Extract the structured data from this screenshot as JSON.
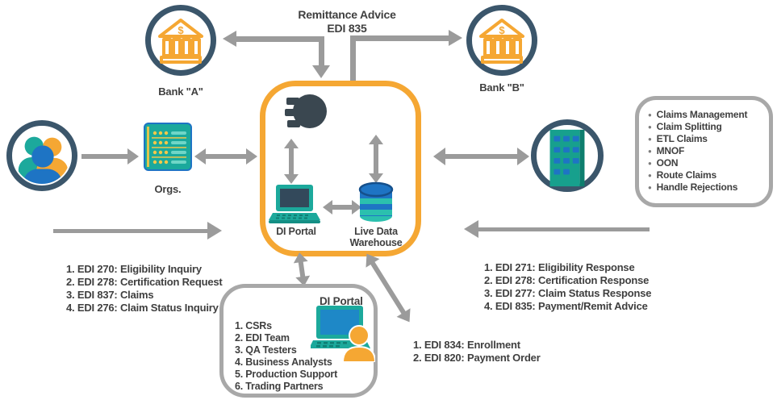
{
  "colors": {
    "accent_orange": "#F5A733",
    "teal": "#1CA99C",
    "blue": "#1E74C4",
    "slate_ring": "#3B566B",
    "arrow_gray": "#9B9B9B",
    "text_dark": "#3F3F3F",
    "box_border_gray": "#A8A8A8",
    "yellow": "#F7C948"
  },
  "top": {
    "title_line1": "Remittance Advice",
    "title_line2": "EDI 835"
  },
  "nodes": {
    "bank_a": "Bank \"A\"",
    "bank_b": "Bank \"B\"",
    "orgs": "Orgs."
  },
  "hub": {
    "di_portal": "DI Portal",
    "warehouse": "Live Data Warehouse"
  },
  "payer_functions": [
    "Claims Management",
    "Claim Splitting",
    "ETL Claims",
    "MNOF",
    "OON",
    "Route Claims",
    "Handle Rejections"
  ],
  "bullet_glyph": "●",
  "request_list": [
    "1. EDI 270: Eligibility Inquiry",
    "2. EDI 278: Certification Request",
    "3. EDI 837: Claims",
    "4. EDI 276: Claim Status Inquiry"
  ],
  "response_list": [
    "1. EDI 271: Eligibility Response",
    "2. EDI 278: Certification Response",
    "3. EDI 277: Claim Status Response",
    "4. EDI 835: Payment/Remit Advice"
  ],
  "bank_edi_list": [
    "1. EDI 834: Enrollment",
    "2. EDI 820: Payment Order"
  ],
  "portal_box": {
    "title": "DI Portal",
    "members": [
      "1. CSRs",
      "2. EDI Team",
      "3. QA Testers",
      "4. Business Analysts",
      "5. Production Support",
      "6. Trading Partners"
    ]
  }
}
